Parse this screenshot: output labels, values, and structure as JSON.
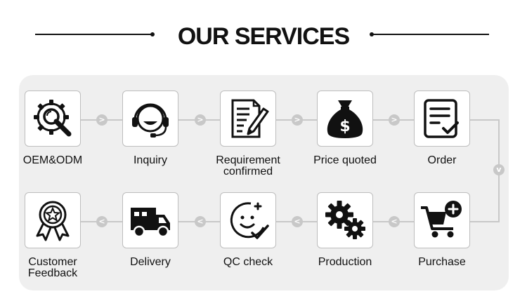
{
  "title": "OUR SERVICES",
  "steps": [
    {
      "label": "OEM&ODM",
      "icon": "gear-magnifier-icon"
    },
    {
      "label": "Inquiry",
      "icon": "headset-icon"
    },
    {
      "label": "Requirement confirmed",
      "icon": "document-pen-icon"
    },
    {
      "label": "Price quoted",
      "icon": "money-bag-icon"
    },
    {
      "label": "Order",
      "icon": "checklist-icon"
    },
    {
      "label": "Purchase",
      "icon": "shopping-cart-icon"
    },
    {
      "label": "Production",
      "icon": "gears-icon"
    },
    {
      "label": "QC check",
      "icon": "face-check-icon"
    },
    {
      "label": "Delivery",
      "icon": "truck-icon"
    },
    {
      "label": "Customer Feedback",
      "icon": "award-ribbon-icon"
    }
  ],
  "arrows": {
    "right": ">",
    "down": "v",
    "left": "<"
  }
}
